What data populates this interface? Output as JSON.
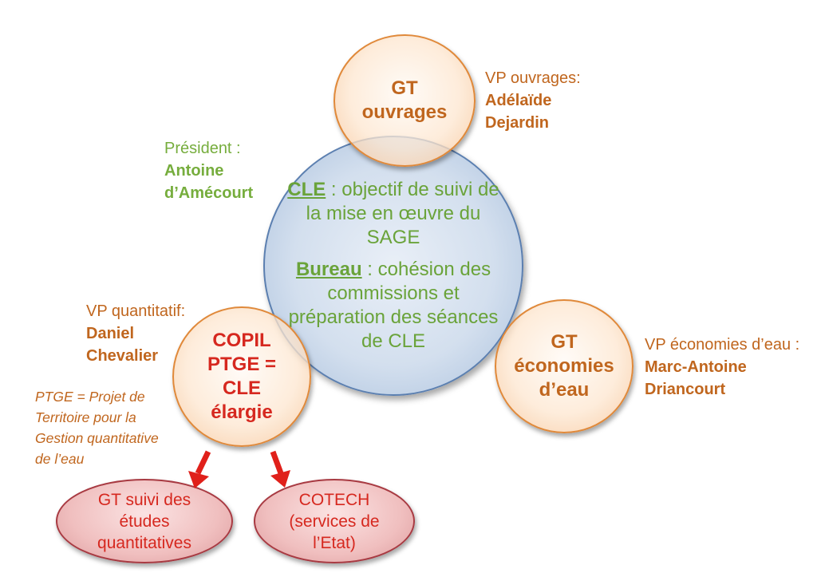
{
  "cle": {
    "title1": "CLE",
    "text1": " : objectif de suivi de la mise en œuvre du SAGE",
    "title2": "Bureau",
    "text2": " : cohésion des commissions et préparation des séances de CLE"
  },
  "president": {
    "label": "Président :",
    "name_line1": "Antoine",
    "name_line2": "d’Amécourt"
  },
  "gt_ouvrages": {
    "line1": "GT",
    "line2": "ouvrages",
    "vp_label": "VP ouvrages:",
    "vp_name_line1": "Adélaïde",
    "vp_name_line2": "Dejardin"
  },
  "gt_economies": {
    "line1": "GT",
    "line2": "économies",
    "line3": "d’eau",
    "vp_label": "VP économies d’eau :",
    "vp_name_line1": "Marc-Antoine",
    "vp_name_line2": "Driancourt"
  },
  "copil": {
    "line1": "COPIL",
    "line2": "PTGE =",
    "line3": "CLE",
    "line4": "élargie",
    "vp_label": "VP quantitatif:",
    "vp_name_line1": "Daniel",
    "vp_name_line2": "Chevalier",
    "note_line1": "PTGE = Projet de",
    "note_line2": "Territoire pour la",
    "note_line3": "Gestion quantitative",
    "note_line4": "de l’eau"
  },
  "gt_suivi": {
    "line1": "GT suivi des",
    "line2": "études",
    "line3": "quantitatives"
  },
  "cotech": {
    "line1": "COTECH",
    "line2": "(services de",
    "line3": "l’Etat)"
  },
  "colors": {
    "orange": "#c0661e",
    "green": "#76ad3d",
    "red": "#d6281f",
    "blue": "#5b7fb0"
  }
}
